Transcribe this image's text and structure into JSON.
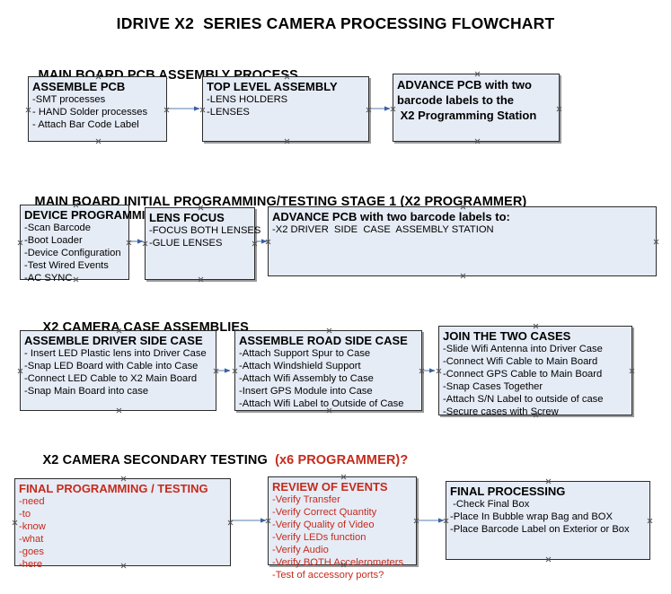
{
  "document": {
    "title": "IDRIVE X2  SERIES CAMERA PROCESSING FLOWCHART",
    "accent_red": "#c42b1c",
    "box_fill": "#e6ecf6",
    "box_border": "#2b2b2b",
    "connector_color": "#8fa8c8",
    "arrowhead_color": "#3b5fa8"
  },
  "sections": [
    {
      "id": "main-board-pcb-assembly-process",
      "heading": "MAIN BOARD PCB ASSEMBLY PROCESS",
      "heading_red_suffix": "",
      "boxes": [
        {
          "id": "assemble-pcb",
          "title": "ASSEMBLE PCB",
          "lines": [
            "-SMT processes",
            "- HAND Solder processes",
            "- Attach Bar Code Label"
          ]
        },
        {
          "id": "top-level-assembly",
          "title": "TOP LEVEL ASSEMBLY",
          "lines": [
            "-LENS HOLDERS",
            "-LENSES"
          ]
        },
        {
          "id": "advance-pcb-to-x2-programming-station",
          "title": "ADVANCE PCB with two\nbarcode labels to the\n X2 Programming Station",
          "lines": []
        }
      ]
    },
    {
      "id": "main-board-initial-programming-testing-stage-1",
      "heading": "MAIN BOARD INITIAL PROGRAMMING/TESTING STAGE 1 (X2 PROGRAMMER)",
      "heading_red_suffix": "",
      "boxes": [
        {
          "id": "device-programming",
          "title": "DEVICE PROGRAMMING",
          "lines": [
            "-Scan Barcode",
            "-Boot Loader",
            "-Device Configuration",
            "-Test Wired Events",
            "-AC SYNC"
          ]
        },
        {
          "id": "lens-focus",
          "title": "LENS FOCUS",
          "lines": [
            "-FOCUS BOTH LENSES",
            "-GLUE LENSES"
          ]
        },
        {
          "id": "advance-pcb-to-driver-side-case-assembly",
          "title": "ADVANCE PCB with two barcode labels to:",
          "lines": [
            "-X2 DRIVER  SIDE  CASE  ASSEMBLY STATION"
          ]
        }
      ]
    },
    {
      "id": "x2-camera-case-assemblies",
      "heading": "X2 CAMERA CASE ASSEMBLIES",
      "heading_red_suffix": "",
      "boxes": [
        {
          "id": "assemble-driver-side-case",
          "title": "ASSEMBLE DRIVER SIDE CASE",
          "lines": [
            "- Insert LED Plastic lens into Driver Case",
            "-Snap LED Board with Cable into Case",
            "-Connect LED Cable to X2 Main Board",
            "-Snap Main Board into case"
          ]
        },
        {
          "id": "assemble-road-side-case",
          "title": "ASSEMBLE ROAD SIDE CASE",
          "lines": [
            "-Attach Support Spur to Case",
            "-Attach Windshield Support",
            "-Attach Wifi Assembly to Case",
            "-Insert GPS Module into Case",
            "-Attach Wifi Label to Outside of Case"
          ]
        },
        {
          "id": "join-the-two-cases",
          "title": "JOIN THE TWO CASES",
          "lines": [
            "-Slide Wifi Antenna into Driver Case",
            "-Connect Wifi Cable to Main Board",
            "-Connect GPS Cable to Main Board",
            "-Snap Cases Together",
            "-Attach S/N Label to outside of case",
            "-Secure cases with Screw"
          ]
        }
      ]
    },
    {
      "id": "x2-camera-secondary-testing",
      "heading": "X2 CAMERA SECONDARY TESTING  ",
      "heading_red_suffix": "(x6 PROGRAMMER)?",
      "boxes": [
        {
          "id": "final-programming-testing",
          "title": "FINAL PROGRAMMING / TESTING",
          "lines": [
            "-need",
            "-to",
            "-know",
            "-what",
            "-goes",
            "-here"
          ]
        },
        {
          "id": "review-of-events",
          "title": "REVIEW OF EVENTS",
          "lines": [
            "-Verify Transfer",
            "-Verify Correct Quantity",
            "-Verify Quality of Video",
            "-Verify LEDs function",
            "-Verify Audio",
            "-Verify BOTH Accelerometers",
            "-Test of accessory ports?"
          ]
        },
        {
          "id": "final-processing",
          "title": "FINAL PROCESSING",
          "lines": [
            " -Check Final Box",
            "-Place In Bubble wrap Bag and BOX",
            "-Place Barcode Label on Exterior or Box"
          ]
        }
      ]
    }
  ]
}
